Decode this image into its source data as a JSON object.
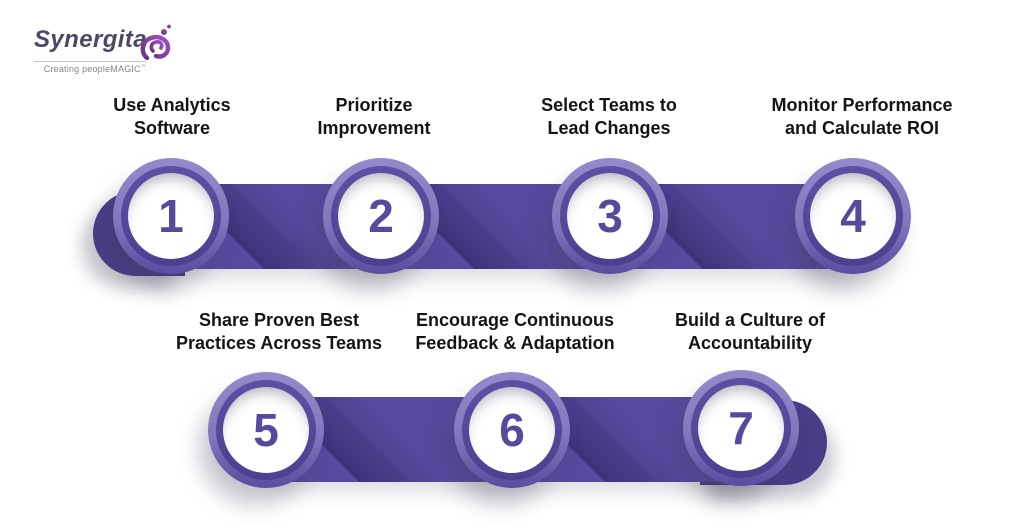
{
  "logo": {
    "brand": "Synergita",
    "tagline": "Creating peopleMAGIC",
    "trademark": "™",
    "swirl_icon": "purple-swirl-with-dots"
  },
  "colors": {
    "bar": "#564A9E",
    "bar_end_cap": "#4A3D87",
    "ring_light": "#8D83C7",
    "ring_dark": "#56489A",
    "number": "#564A9E",
    "label_text": "#141414",
    "logo_text": "#4D4763",
    "swirl_purple": "#8A3DA0",
    "tagline_text": "#858585",
    "background": "#FFFFFF"
  },
  "steps": [
    {
      "number": "1",
      "label": "Use Analytics\nSoftware"
    },
    {
      "number": "2",
      "label": "Prioritize\nImprovement"
    },
    {
      "number": "3",
      "label": "Select Teams to\nLead Changes"
    },
    {
      "number": "4",
      "label": "Monitor Performance\nand Calculate ROI"
    },
    {
      "number": "5",
      "label": "Share Proven Best\nPractices Across Teams"
    },
    {
      "number": "6",
      "label": "Encourage Continuous\nFeedback & Adaptation"
    },
    {
      "number": "7",
      "label": "Build a Culture of\nAccountability"
    }
  ]
}
